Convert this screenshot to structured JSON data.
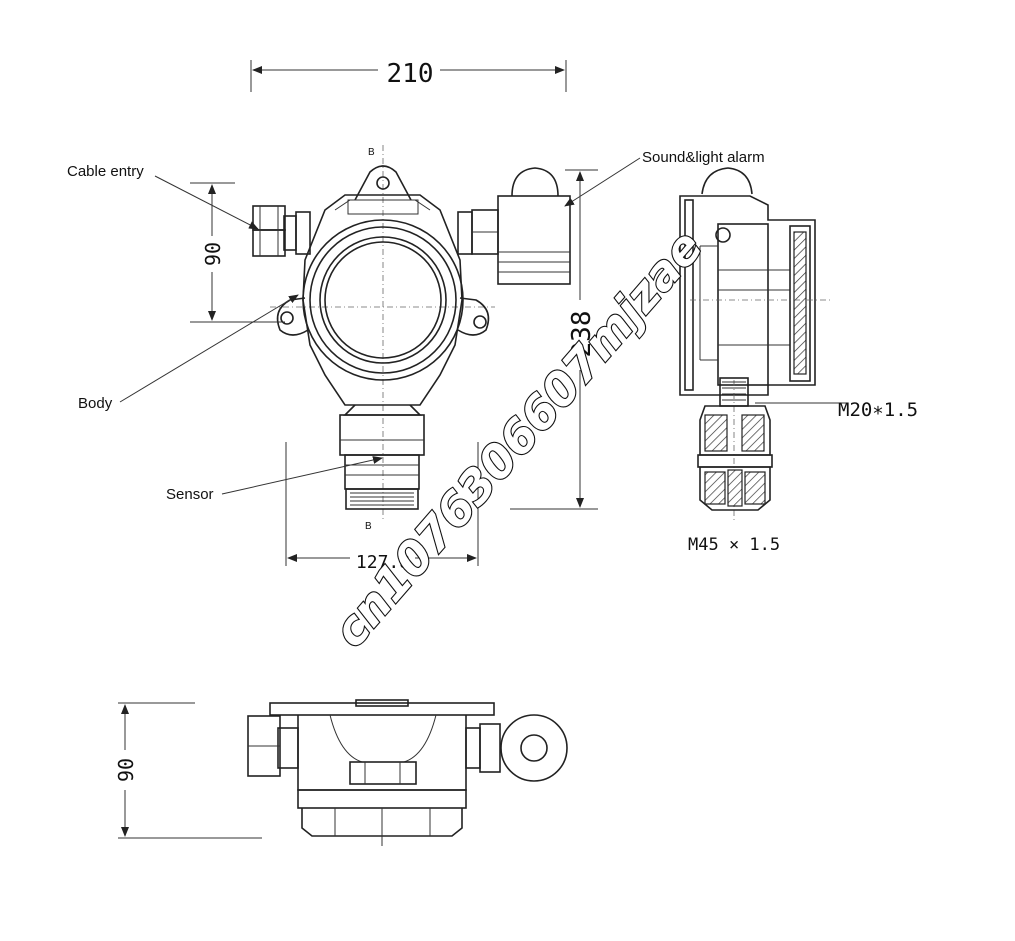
{
  "dimensions": {
    "width_top": "210",
    "height_front": "90",
    "height_total": "238",
    "bottom_width": "127.8",
    "height_bottom_view": "90",
    "thread_small": "M20∗1.5",
    "thread_large": "M45 × 1.5"
  },
  "labels": {
    "cable_entry": "Cable entry",
    "sound_light_alarm": "Sound&light alarm",
    "body": "Body",
    "sensor": "Sensor"
  },
  "section_marks": {
    "top": "B",
    "bottom": "B"
  },
  "watermark": "cn1076306607mjzae"
}
